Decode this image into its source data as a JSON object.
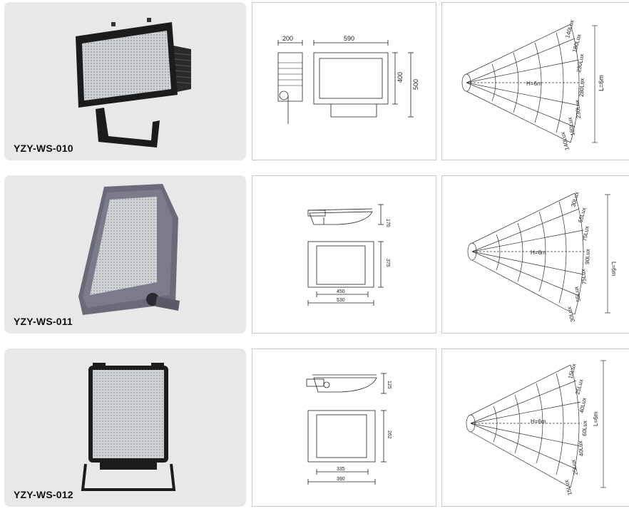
{
  "products": [
    {
      "model": "YZY-WS-010",
      "dims": {
        "depth": "200",
        "width": "590",
        "height_inner": "400",
        "height_outer": "500"
      },
      "beam": {
        "height_label": "H=6m",
        "length_label": "L=6m",
        "lux_top": [
          "140Lux",
          "180Lux",
          "230Lux",
          "280Lux"
        ],
        "lux_bottom": [
          "230Lux",
          "180Lux",
          "140Lux"
        ]
      }
    },
    {
      "model": "YZY-WS-011",
      "dims": {
        "depth": "170",
        "width_inner": "450",
        "width_outer": "530",
        "height": "375"
      },
      "beam": {
        "height_label": "H=6m",
        "length_label": "L=6m",
        "lux_top": [
          "30Lux",
          "55Lux",
          "75Lux",
          "90Lux"
        ],
        "lux_bottom": [
          "75Lux",
          "55Lux",
          "30Lux"
        ]
      }
    },
    {
      "model": "YZY-WS-012",
      "dims": {
        "depth": "125",
        "width_inner": "335",
        "width_outer": "390",
        "height": "262"
      },
      "beam": {
        "height_label": "H=6m",
        "length_label": "L=6m",
        "lux_top": [
          "15Lux",
          "25Lux",
          "40Lux",
          "60Lux"
        ],
        "lux_bottom": [
          "40Lux",
          "25Lux",
          "15Lux"
        ]
      }
    }
  ],
  "colors": {
    "card_bg": "#e8e8e8",
    "panel_border": "#c9c9c9",
    "fixture_dark": "#1c1c1c",
    "fixture_grey": "#6a6a78",
    "led_face": "#cfd3d6"
  }
}
